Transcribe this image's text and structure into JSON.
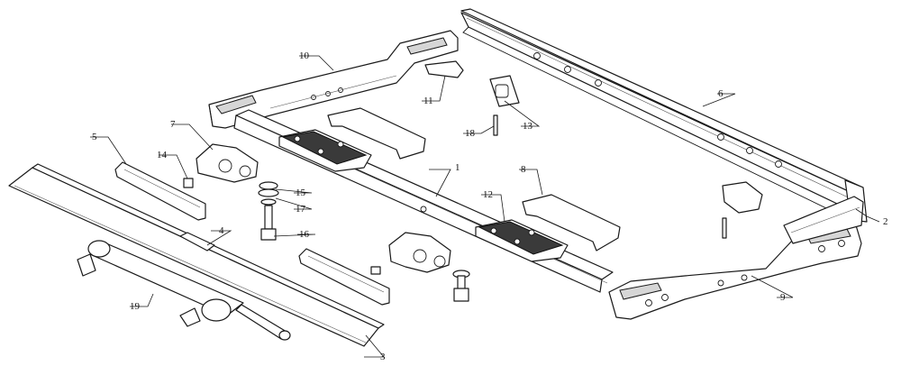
{
  "labels": [
    {
      "id": "l1",
      "text": "1"
    },
    {
      "id": "l2",
      "text": "2"
    },
    {
      "id": "l3",
      "text": "3"
    },
    {
      "id": "l4",
      "text": "4"
    },
    {
      "id": "l5",
      "text": "5"
    },
    {
      "id": "l6",
      "text": "6"
    },
    {
      "id": "l7",
      "text": "7"
    },
    {
      "id": "l8",
      "text": "8"
    },
    {
      "id": "l9",
      "text": "9"
    },
    {
      "id": "l10",
      "text": "10"
    },
    {
      "id": "l11",
      "text": "11"
    },
    {
      "id": "l12",
      "text": "12"
    },
    {
      "id": "l13",
      "text": "13"
    },
    {
      "id": "l14",
      "text": "14"
    },
    {
      "id": "l15",
      "text": "15"
    },
    {
      "id": "l16",
      "text": "16"
    },
    {
      "id": "l17",
      "text": "17"
    },
    {
      "id": "l18",
      "text": "18"
    },
    {
      "id": "l19",
      "text": "19"
    }
  ]
}
